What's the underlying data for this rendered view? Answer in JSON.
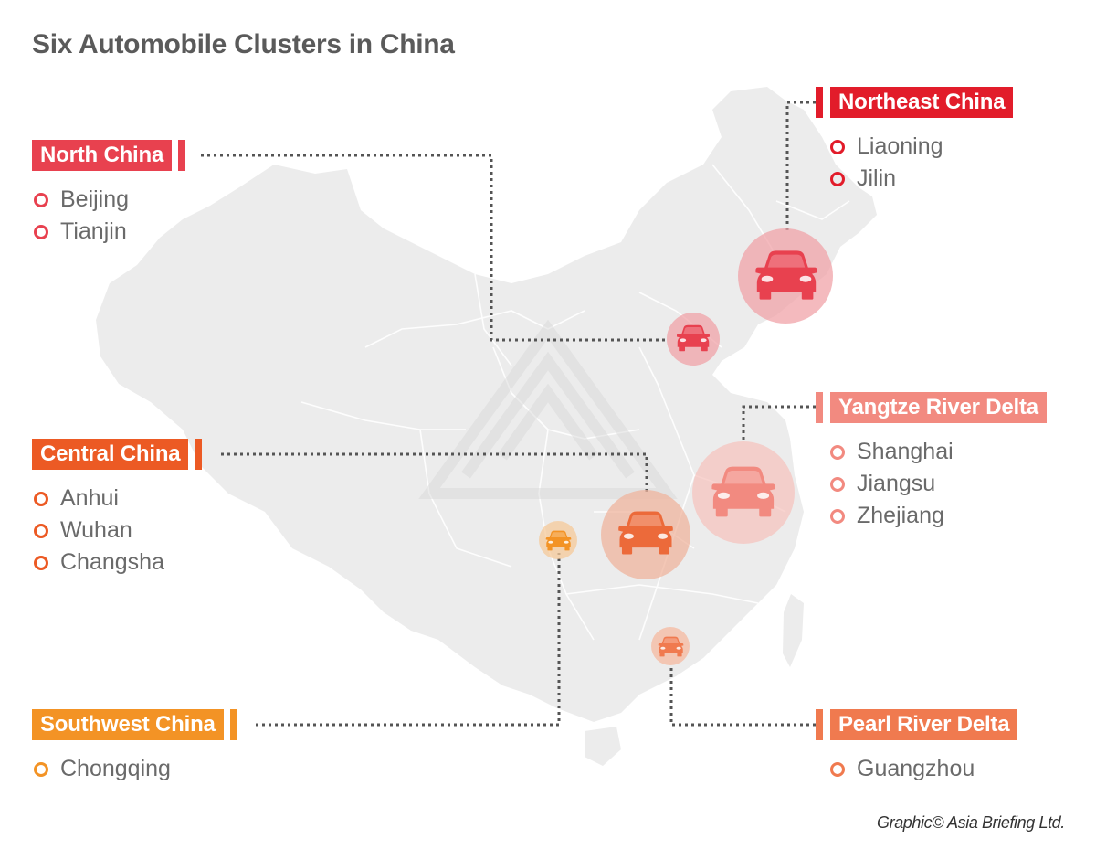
{
  "title": "Six Automobile Clusters in China",
  "credit": "Graphic© Asia Briefing Ltd.",
  "map": {
    "subject": "China provincial outline map",
    "land_color": "#ececec",
    "border_color": "#ffffff",
    "watermark": "Asia Briefing logo (diagonal stripes)"
  },
  "colors": {
    "north": "#e8414f",
    "northeast": "#e21c2a",
    "central": "#ec5a24",
    "yangtze": "#f28a80",
    "southwest": "#f39325",
    "pearl": "#f07a4f",
    "leader_line": "#555555"
  },
  "clusters": [
    {
      "id": "north",
      "name": "North China",
      "cities": [
        "Beijing",
        "Tianjin"
      ],
      "marker_icon": "car-icon",
      "marker_size": "small"
    },
    {
      "id": "northeast",
      "name": "Northeast China",
      "cities": [
        "Liaoning",
        "Jilin"
      ],
      "marker_icon": "car-icon",
      "marker_size": "large"
    },
    {
      "id": "central",
      "name": "Central China",
      "cities": [
        "Anhui",
        "Wuhan",
        "Changsha"
      ],
      "marker_icon": "car-icon",
      "marker_size": "large"
    },
    {
      "id": "yangtze",
      "name": "Yangtze River Delta",
      "cities": [
        "Shanghai",
        "Jiangsu",
        "Zhejiang"
      ],
      "marker_icon": "car-icon",
      "marker_size": "large"
    },
    {
      "id": "southwest",
      "name": "Southwest China",
      "cities": [
        "Chongqing"
      ],
      "marker_icon": "car-icon",
      "marker_size": "small"
    },
    {
      "id": "pearl",
      "name": "Pearl River Delta",
      "cities": [
        "Guangzhou"
      ],
      "marker_icon": "car-icon",
      "marker_size": "small"
    }
  ]
}
